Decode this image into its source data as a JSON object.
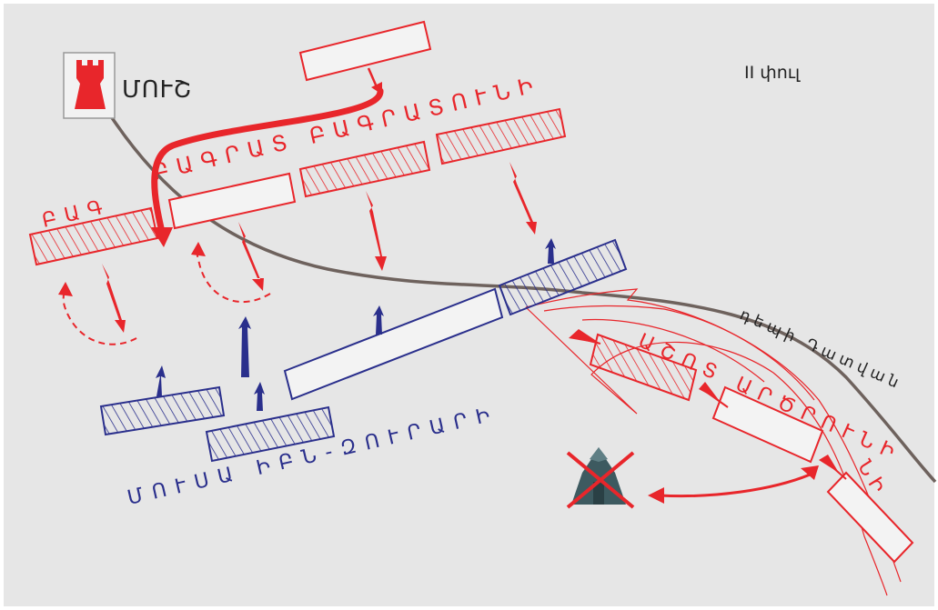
{
  "phase_label": "II փուլ",
  "fortress": {
    "label": "ՄՈՒՇ",
    "icon": "fortress-tower-icon"
  },
  "road_label": "դեպի Դատվան",
  "armies": {
    "bagrat": "ԲԱԳՐԱՏ ԲԱԳՐԱՏՈՒՆԻ",
    "bagrat_left": "ԲԱԳ",
    "ashot": "ԱՇՈՏ ԱՐԾՐՈՒՆԻ",
    "ashot_suffix": "ՆԻ",
    "musa": "ՄՈՒՍԱ ԻԲՆ-ԶՈՒՐԱՐԻ"
  },
  "destroyed_camp_icon": "destroyed-camp-icon",
  "colors": {
    "armenian": "#e8262b",
    "arab": "#2a2f8c",
    "road": "#6e625d",
    "background": "#e6e6e6"
  }
}
